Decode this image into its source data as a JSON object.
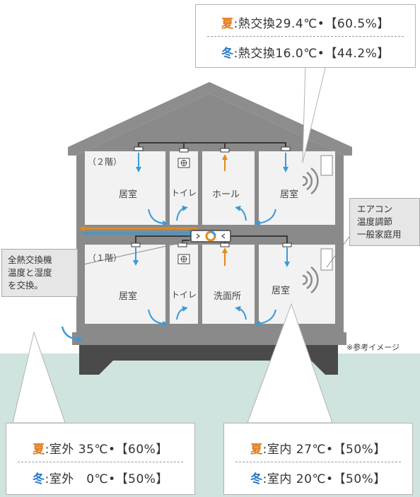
{
  "top_box": {
    "summer_label": "夏",
    "summer_text": ":熱交換29.4℃•【60.5%】",
    "winter_label": "冬",
    "winter_text": ":熱交換16.0℃•【44.2%】"
  },
  "bottom_left_box": {
    "summer_label": "夏",
    "summer_text": ":室外 35℃•【60%】",
    "winter_label": "冬",
    "winter_text": ":室外　0℃•【50%】"
  },
  "bottom_right_box": {
    "summer_label": "夏",
    "summer_text": ":室内 27℃•【50%】",
    "winter_label": "冬",
    "winter_text": ":室内 20℃•【50%】"
  },
  "heat_exchanger_note": "全熱交換機\n温度と湿度\nを交換。",
  "aircon_note": "エアコン\n温度調節\n一般家庭用",
  "reference_note": "※参考イメージ",
  "floors": {
    "second": {
      "label": "（２階）",
      "rooms": [
        "居室",
        "トイレ",
        "ホール",
        "居室"
      ]
    },
    "first": {
      "label": "（１階）",
      "rooms": [
        "居室",
        "トイレ",
        "洗面所",
        "居室"
      ]
    }
  },
  "colors": {
    "supply_air": "#e08a1e",
    "exhaust_air": "#3a9ad9",
    "summer_text": "#e07a1a",
    "winter_text": "#2a78c8",
    "ground": "#cfe3df",
    "house_wall": "#8a8a8a",
    "room_fill": "#f2f2f2",
    "duct": "#3a3a3a"
  },
  "icons": [
    "fan-icon",
    "heat-exchanger-icon",
    "aircon-wave-icon"
  ]
}
